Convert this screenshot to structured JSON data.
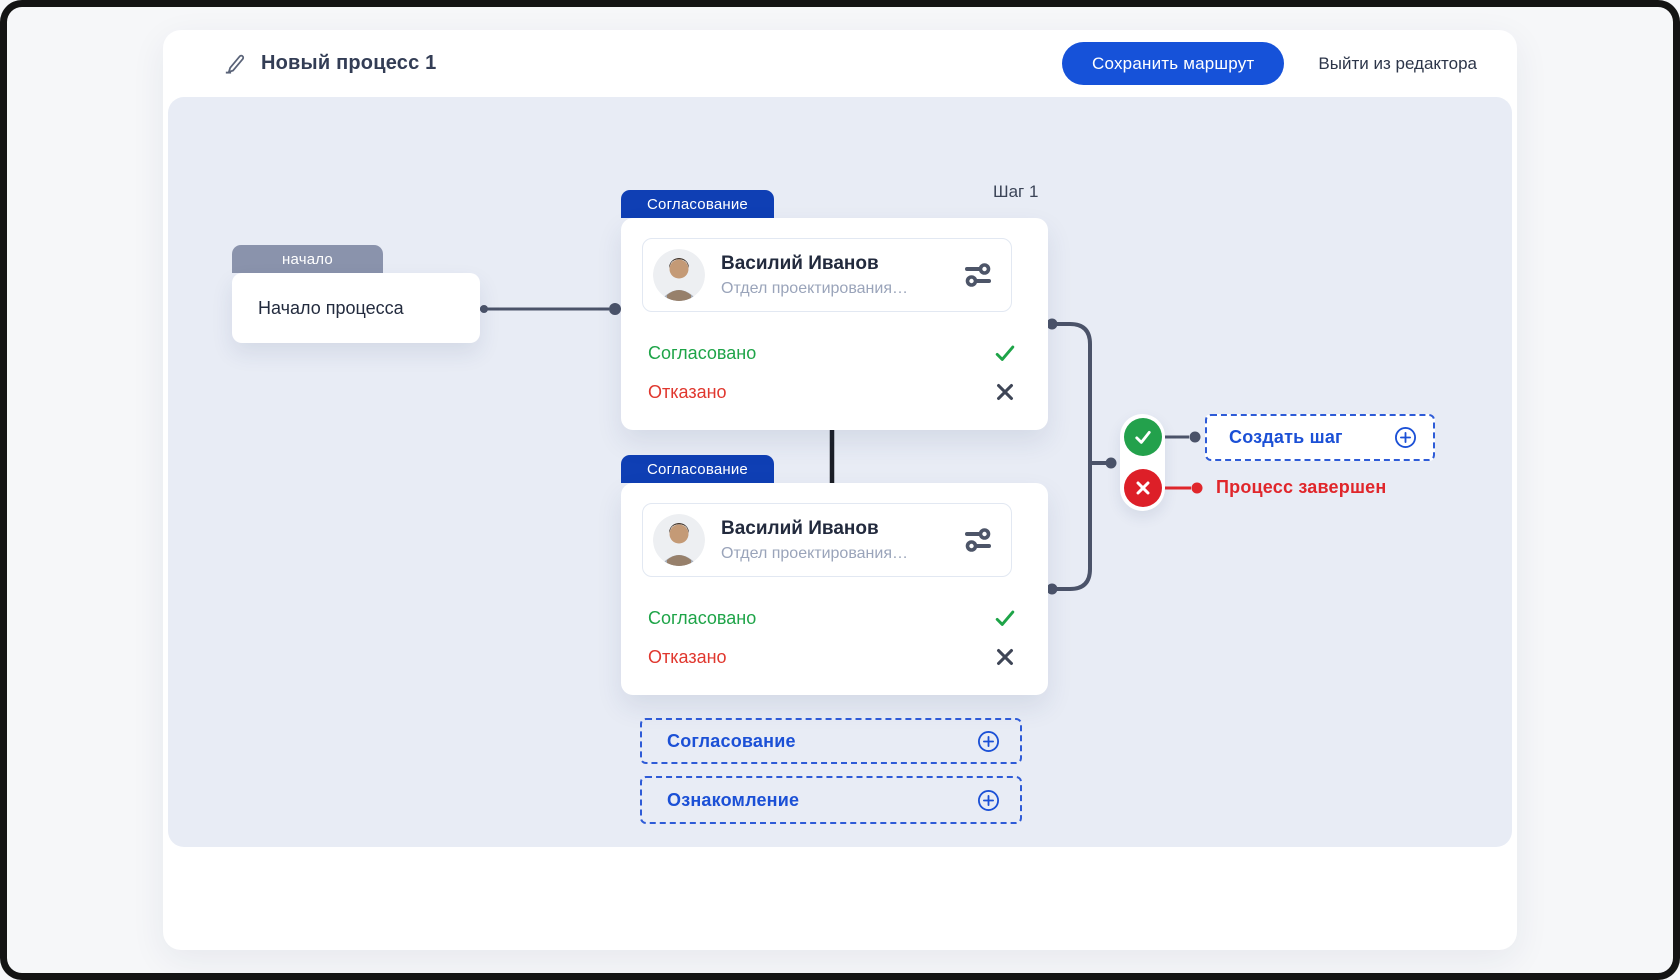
{
  "header": {
    "title": "Новый процесс 1",
    "save_button": "Сохранить маршрут",
    "exit_button": "Выйти из редактора"
  },
  "canvas": {
    "step_label": "Шаг 1",
    "start": {
      "tab": "начало",
      "title": "Начало процесса"
    },
    "approval_cards": [
      {
        "tab": "Согласование",
        "user": {
          "name": "Василий Иванов",
          "department": "Отдел проектирования…"
        },
        "approve_label": "Согласовано",
        "reject_label": "Отказано"
      },
      {
        "tab": "Согласование",
        "user": {
          "name": "Василий Иванов",
          "department": "Отдел проектирования…"
        },
        "approve_label": "Согласовано",
        "reject_label": "Отказано"
      }
    ],
    "create_step_button": "Создать шаг",
    "process_finished_label": "Процесс завершен",
    "add_step_buttons": [
      {
        "label": "Согласование"
      },
      {
        "label": "Ознакомление"
      }
    ]
  },
  "icons": {
    "header_edit": "pencil-icon",
    "person_settings": "sliders-icon",
    "approve": "check-icon",
    "reject": "cross-icon",
    "outcome_success": "check-circle-icon",
    "outcome_fail": "cross-circle-icon",
    "add": "plus-circle-icon"
  },
  "colors": {
    "primary_blue": "#1652d9",
    "tab_blue": "#0f3fb4",
    "accent_blue": "#1b50d6",
    "success_green": "#23a14c",
    "danger_red": "#e0262b",
    "connector_gray": "#4b5369",
    "start_tab_gray": "#8a93ac",
    "canvas_bg": "#e8ecf5"
  }
}
